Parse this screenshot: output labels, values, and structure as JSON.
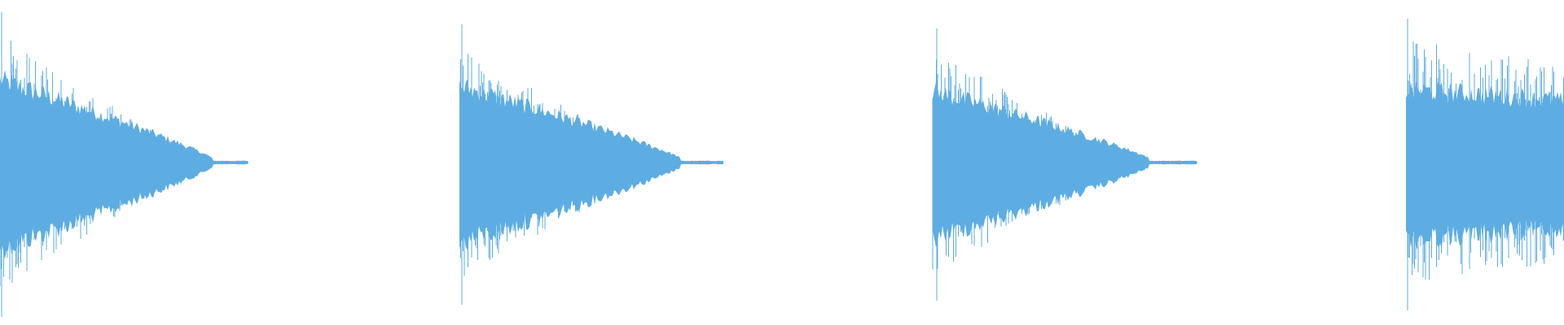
{
  "waveform": {
    "color": "#5dade2",
    "background": "#ffffff",
    "clips": [
      {
        "label": "",
        "duration": 1.0,
        "decay": "exponential"
      },
      {
        "label": "",
        "duration": 1.0,
        "decay": "exponential"
      },
      {
        "label": "",
        "duration": 1.0,
        "decay": "exponential"
      },
      {
        "label": "",
        "duration": 1.0,
        "decay": "cut-off"
      }
    ]
  }
}
